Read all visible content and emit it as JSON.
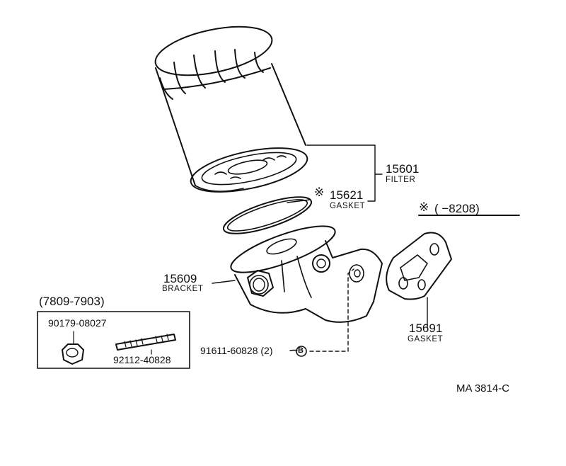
{
  "parts": {
    "filter": {
      "number": "15601",
      "name": "FILTER"
    },
    "filter_gasket": {
      "mark": "※",
      "number": "15621",
      "name": "GASKET"
    },
    "bracket": {
      "number": "15609",
      "name": "BRACKET"
    },
    "bracket_gasket": {
      "number": "15691",
      "name": "GASKET"
    },
    "bolt": {
      "number": "91611-60828 (2)",
      "ref": "B"
    },
    "nut": {
      "number": "90179-08027"
    },
    "stud": {
      "number": "92112-40828"
    }
  },
  "note": {
    "mark": "※",
    "text": "(        −8208)"
  },
  "kit": {
    "title": "(7809-7903)"
  },
  "figure_id": "MA 3814-C",
  "colors": {
    "ink": "#111111",
    "paper": "#ffffff"
  }
}
